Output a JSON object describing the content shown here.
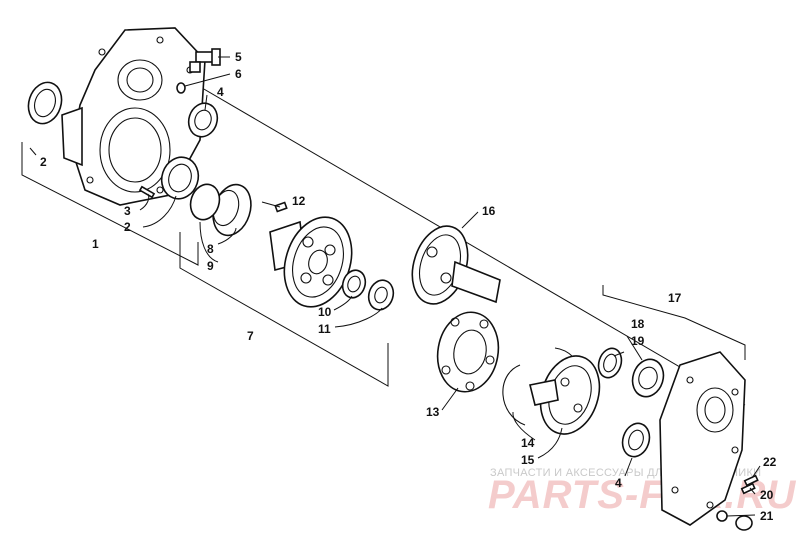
{
  "part_labels": [
    {
      "id": "1",
      "text": "1"
    },
    {
      "id": "2a",
      "text": "2"
    },
    {
      "id": "2b",
      "text": "2"
    },
    {
      "id": "3",
      "text": "3"
    },
    {
      "id": "4a",
      "text": "4"
    },
    {
      "id": "4b",
      "text": "4"
    },
    {
      "id": "5",
      "text": "5"
    },
    {
      "id": "6",
      "text": "6"
    },
    {
      "id": "7",
      "text": "7"
    },
    {
      "id": "8",
      "text": "8"
    },
    {
      "id": "9",
      "text": "9"
    },
    {
      "id": "10",
      "text": "10"
    },
    {
      "id": "11",
      "text": "11"
    },
    {
      "id": "12",
      "text": "12"
    },
    {
      "id": "13",
      "text": "13"
    },
    {
      "id": "14",
      "text": "14"
    },
    {
      "id": "15",
      "text": "15"
    },
    {
      "id": "16",
      "text": "16"
    },
    {
      "id": "17",
      "text": "17"
    },
    {
      "id": "18",
      "text": "18"
    },
    {
      "id": "19",
      "text": "19"
    },
    {
      "id": "20",
      "text": "20"
    },
    {
      "id": "21",
      "text": "21"
    },
    {
      "id": "22",
      "text": "22"
    }
  ],
  "watermark": {
    "tagline": "ЗАПЧАСТИ И АКСЕССУАРЫ ДЛЯ МОТОТЕХНИКИ",
    "brand": "PARTS-FOX.RU",
    "color": "#f4cccc"
  },
  "colors": {
    "line": "#111111",
    "background": "#ffffff"
  }
}
